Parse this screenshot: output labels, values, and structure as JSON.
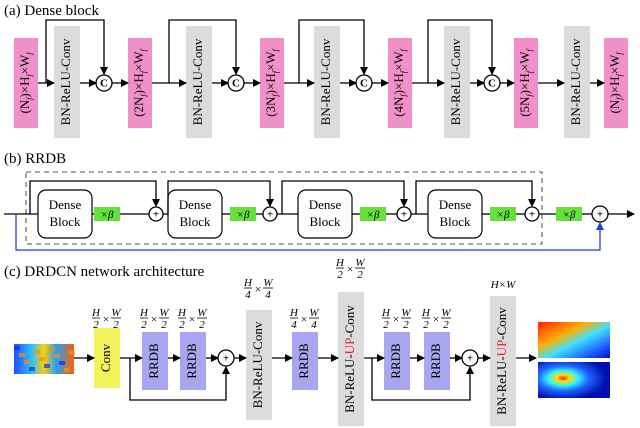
{
  "section_a": {
    "title": "(a) Dense block",
    "feature_maps": [
      "(N_f)×H_f×W_f",
      "(2N_f)×H_f×W_f",
      "(3N_f)×H_f×W_f",
      "(4N_f)×H_f×W_f",
      "(5N_f)×H_f×W_f",
      "(N_f)×H_f×W_f"
    ],
    "conv_label": "BN-ReLU-Conv",
    "concat_symbol": "C"
  },
  "section_b": {
    "title": "(b) RRDB",
    "dense_block_line1": "Dense",
    "dense_block_line2": "Block",
    "beta_label": "×β",
    "plus": "+"
  },
  "section_c": {
    "title": "(c) DRDCN network architecture",
    "conv_label": "Conv",
    "rrdb_label": "RRDB",
    "bn_relu_conv": "BN-ReLU-Conv",
    "up_prefix": "BN-ReLU-",
    "up_mid": "UP",
    "up_suffix": "-Conv",
    "size_half": {
      "h": "H",
      "hd": "2",
      "w": "W",
      "wd": "2"
    },
    "size_quarter": {
      "h": "H",
      "hd": "4",
      "w": "W",
      "wd": "4"
    },
    "size_full": "H×W",
    "times": "×"
  },
  "colors": {
    "pink": "#f18fc9",
    "gray": "#dcdcdc",
    "green": "#66e03a",
    "yellow": "#f2f25a",
    "purple": "#a9a6f0",
    "blue_line": "#1f3fd8",
    "up_red": "#e02020"
  }
}
